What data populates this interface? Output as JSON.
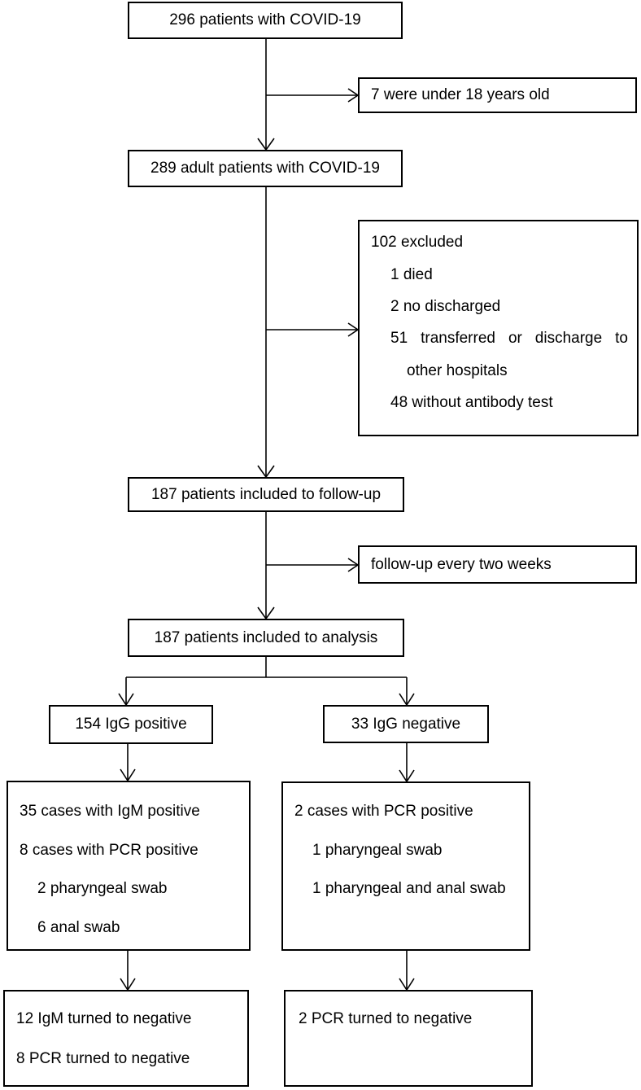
{
  "top": "296 patients with COVID-19",
  "excl_age": "7 were under 18 years old",
  "adult": "289 adult patients with COVID-19",
  "excluded": {
    "title": "102 excluded",
    "items": [
      "1 died",
      "2 no discharged",
      "51 transferred or discharge to",
      "other hospitals",
      "48 without antibody test"
    ]
  },
  "followup": "187 patients included to follow-up",
  "followup_note": "follow-up every two weeks",
  "analysis": "187 patients included to analysis",
  "igg_pos": "154 IgG positive",
  "igg_neg": "33 IgG negative",
  "pos_detail": [
    "35 cases with IgM positive",
    "8 cases with PCR positive",
    "2 pharyngeal swab",
    "6 anal swab"
  ],
  "neg_detail": [
    "2 cases with PCR positive",
    "1 pharyngeal swab",
    "1 pharyngeal and anal swab"
  ],
  "pos_outcome": [
    "12 IgM turned to negative",
    "8 PCR turned to negative"
  ],
  "neg_outcome": [
    "2 PCR turned to negative"
  ]
}
